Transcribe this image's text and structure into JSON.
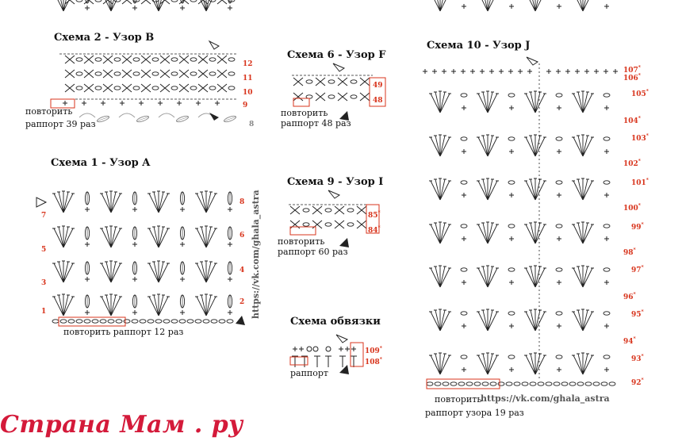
{
  "scheme2": {
    "title": "Схема 2 - Узор B",
    "repeat_line1": "повторить",
    "repeat_line2": "раппорт 39 раз",
    "rows": [
      "12",
      "11",
      "10",
      "9",
      "8"
    ]
  },
  "scheme1": {
    "title": "Схема 1 - Узор A",
    "repeat": "повторить раппорт 12 раз",
    "rows_right": [
      "8",
      "6",
      "4",
      "2"
    ],
    "rows_left": [
      "7",
      "5",
      "3",
      "1"
    ]
  },
  "scheme6": {
    "title": "Схема 6 - Узор F",
    "repeat_line1": "повторить",
    "repeat_line2": "раппорт 48 раз",
    "rows": [
      "49",
      "48"
    ]
  },
  "scheme9": {
    "title": "Схема 9 - Узор I",
    "repeat_line1": "повторить",
    "repeat_line2": "раппорт 60 раз",
    "rows": [
      "85",
      "84"
    ]
  },
  "edging": {
    "title": "Схема обвязки",
    "repeat": "раппорт",
    "rows": [
      "109",
      "108"
    ]
  },
  "scheme10": {
    "title": "Схема 10 - Узор J",
    "repeat_line1": "повторить",
    "repeat_line2": "раппорт узора 19 раз",
    "rows": [
      "107",
      "106",
      "105",
      "104",
      "103",
      "102",
      "101",
      "100",
      "99",
      "98",
      "97",
      "96",
      "95",
      "94",
      "93",
      "92"
    ]
  },
  "watermark": "https://vk.com/ghala_astra",
  "watermark_vertical": "https://vk.com/ghala_astra",
  "logo": "Страна Мам . ру",
  "colors": {
    "row_number": "#d8341c",
    "repeat_box": "#d8341c",
    "symbols": "#222222",
    "logo": "#d41a3a"
  }
}
